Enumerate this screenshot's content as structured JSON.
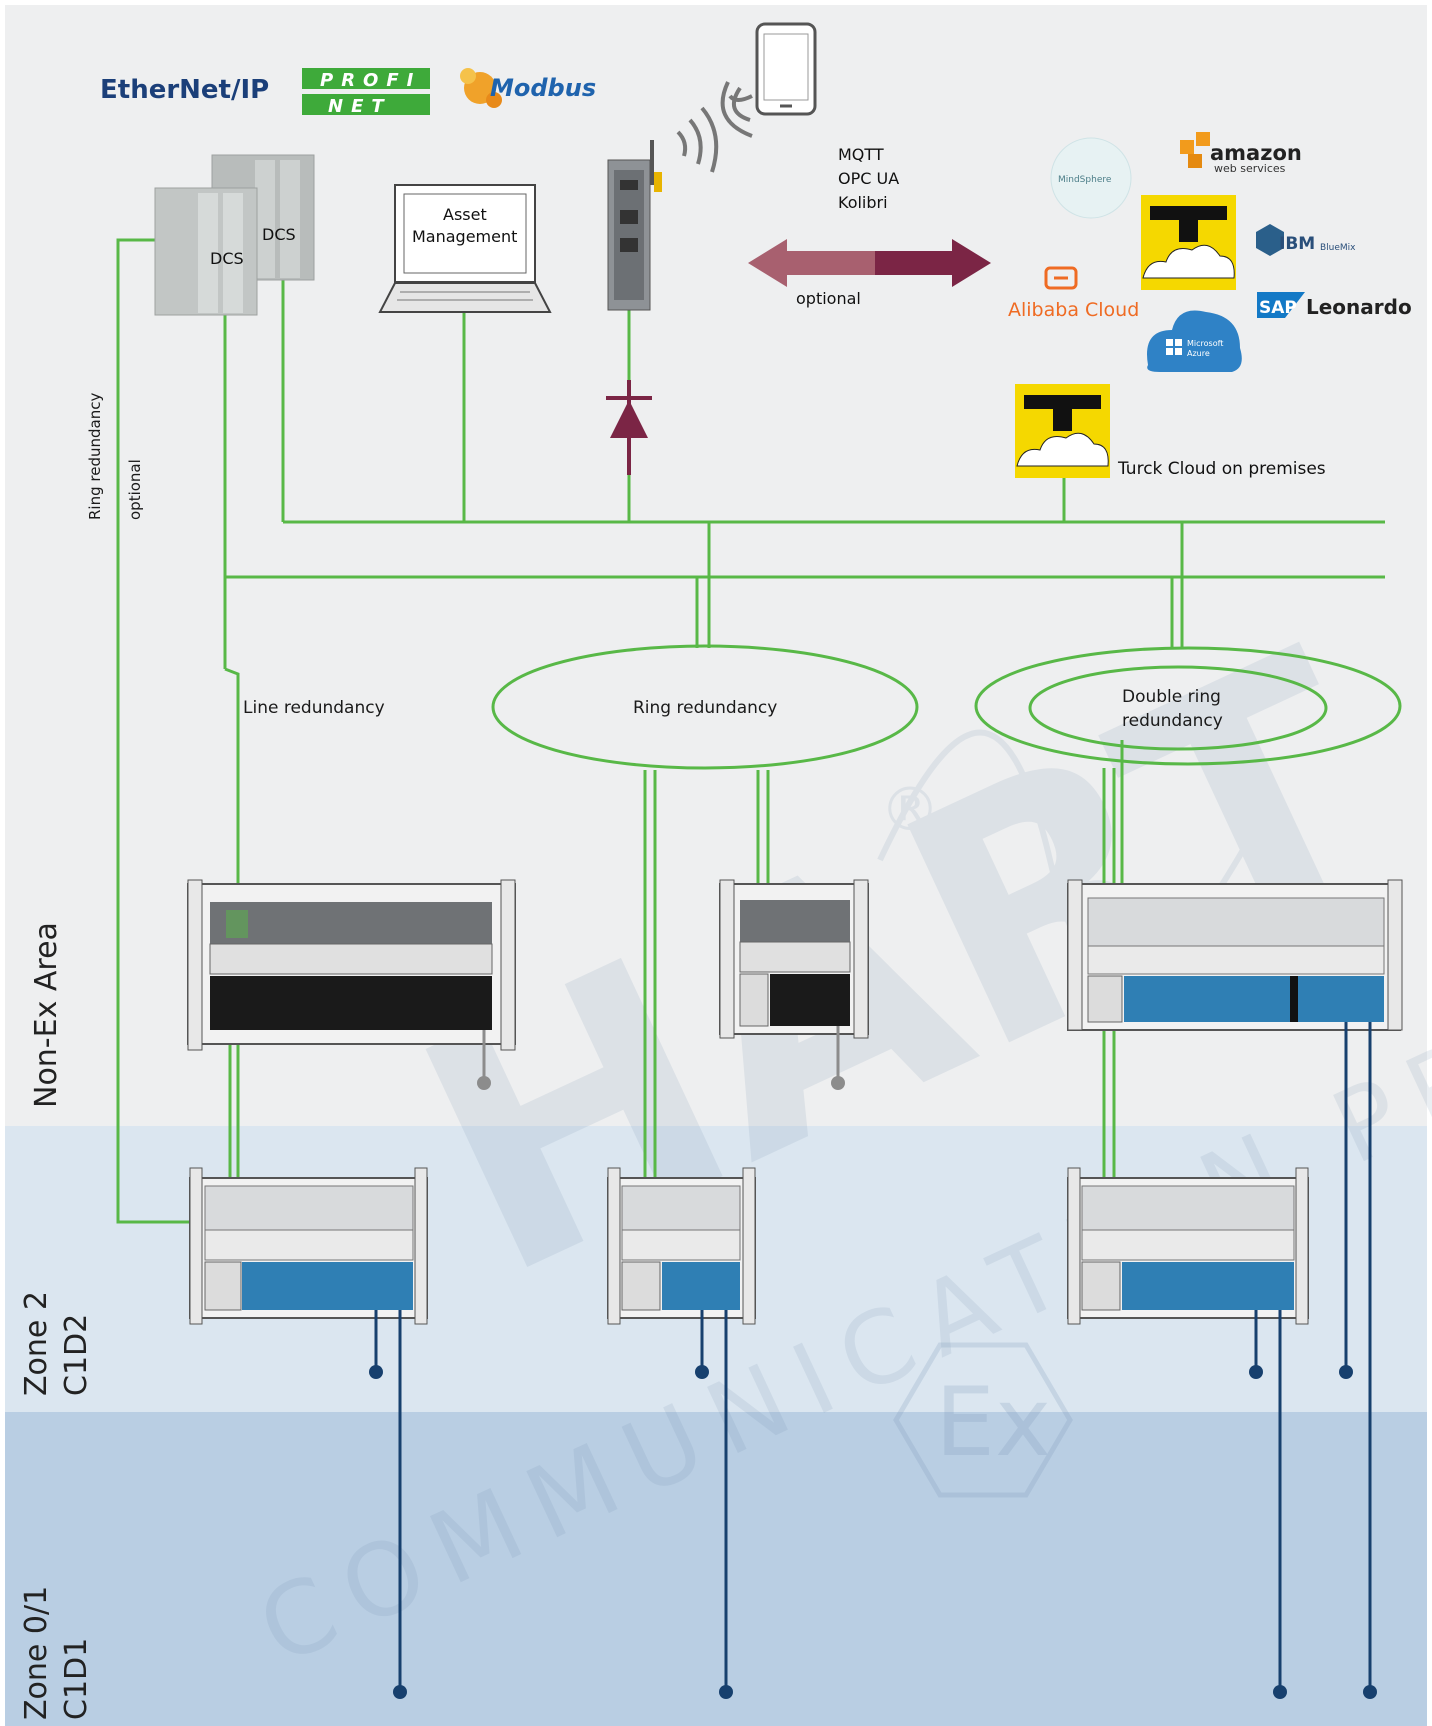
{
  "protocols": {
    "ethernet_ip": "EtherNet/IP",
    "profinet_top": "PROFI",
    "profinet_bottom": "NET",
    "modbus": "Modbus"
  },
  "devices": {
    "dcs_a": "DCS",
    "dcs_b": "DCS",
    "asset_line1": "Asset",
    "asset_line2": "Management"
  },
  "cloud_protocols": [
    "MQTT",
    "OPC UA",
    "Kolibri"
  ],
  "cloud_arrow_label": "optional",
  "cloud_services": {
    "mindsphere": "MindSphere",
    "amazon_line1": "amazon",
    "amazon_line2": "web services",
    "ibm": "IBM",
    "ibm_sub": "BlueMix",
    "alibaba": "Alibaba Cloud",
    "sap": "SAP",
    "leonardo": "Leonardo",
    "azure_line1": "Microsoft",
    "azure_line2": "Azure"
  },
  "on_premises_label": "Turck Cloud on premises",
  "side_labels": {
    "ring_redundancy": "Ring redundancy",
    "optional": "optional"
  },
  "topology": {
    "line_redundancy": "Line redundancy",
    "ring_redundancy": "Ring redundancy",
    "double_ring_line1": "Double ring",
    "double_ring_line2": "redundancy"
  },
  "zones": {
    "non_ex": "Non-Ex Area",
    "zone2_line1": "Zone 2",
    "zone2_line2": "C1D2",
    "zone01_line1": "Zone 0/1",
    "zone01_line2": "C1D1"
  },
  "watermark": {
    "main": "HART",
    "registered": "®",
    "sub": "COMMUNICATION PROTOCOL",
    "ex_symbol": "Ex"
  },
  "colors": {
    "green": "#58b847",
    "maroon": "#7b2545",
    "rose": "#a8606f",
    "navy": "#17406e",
    "grey": "#8c8c8c",
    "blue_io": "#2f7fb4",
    "bg_nonex": "#eeeff0",
    "bg_zone2": "#dbe6f0",
    "bg_zone01": "#b9cee3",
    "turck_yellow": "#f5d800"
  }
}
